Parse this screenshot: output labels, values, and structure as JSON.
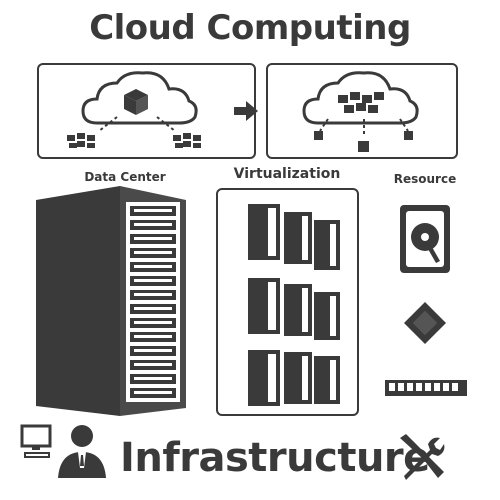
{
  "header": {
    "title": "Cloud Computing"
  },
  "labels": {
    "data_center": "Data Center",
    "virtualization": "Virtualization",
    "resource": "Resource"
  },
  "footer": {
    "title": "Infrastructure"
  },
  "colors": {
    "ink": "#3a3a3a",
    "paper": "#ffffff"
  }
}
